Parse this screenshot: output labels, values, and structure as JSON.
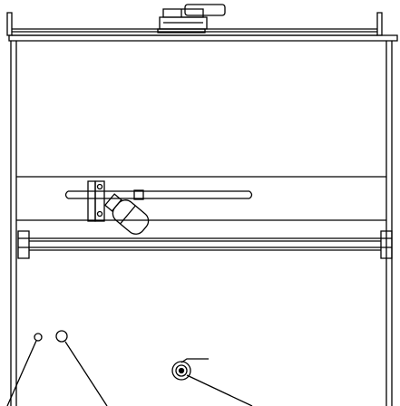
{
  "drawing": {
    "type": "technical-line-drawing",
    "line_color": "#000000",
    "background": "#ffffff",
    "parts": {
      "lid": "cover-lid",
      "handle": "lid-handle",
      "upper_section": "upper-enclosure",
      "rail": "horizontal-rail",
      "lower_section": "lower-enclosure",
      "spray_assembly": "spray-arm-with-nozzle",
      "left_holes": "indicator-holes",
      "drain": "drain-valve",
      "leaders": "callout-leader-lines"
    }
  }
}
